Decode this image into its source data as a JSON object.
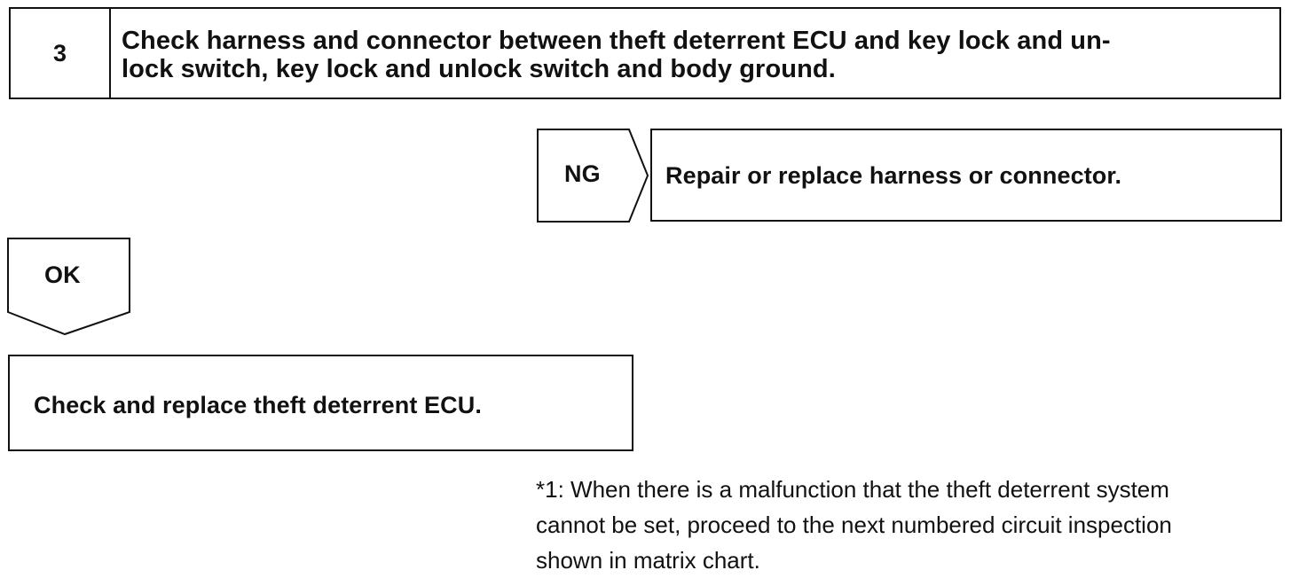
{
  "step": {
    "number": "3",
    "title_line1": "Check harness and connector between theft deterrent ECU and key lock and un-",
    "title_line2": "lock switch, key lock and unlock switch and body ground."
  },
  "ng": {
    "label": "NG",
    "action": "Repair or replace harness or connector."
  },
  "ok": {
    "label": "OK",
    "action": "Check and replace theft deterrent ECU."
  },
  "footnote": {
    "line1": "*1: When there is a malfunction that the theft deterrent system",
    "line2": "cannot be set, proceed to the next numbered circuit inspection",
    "line3": "shown in matrix chart."
  }
}
